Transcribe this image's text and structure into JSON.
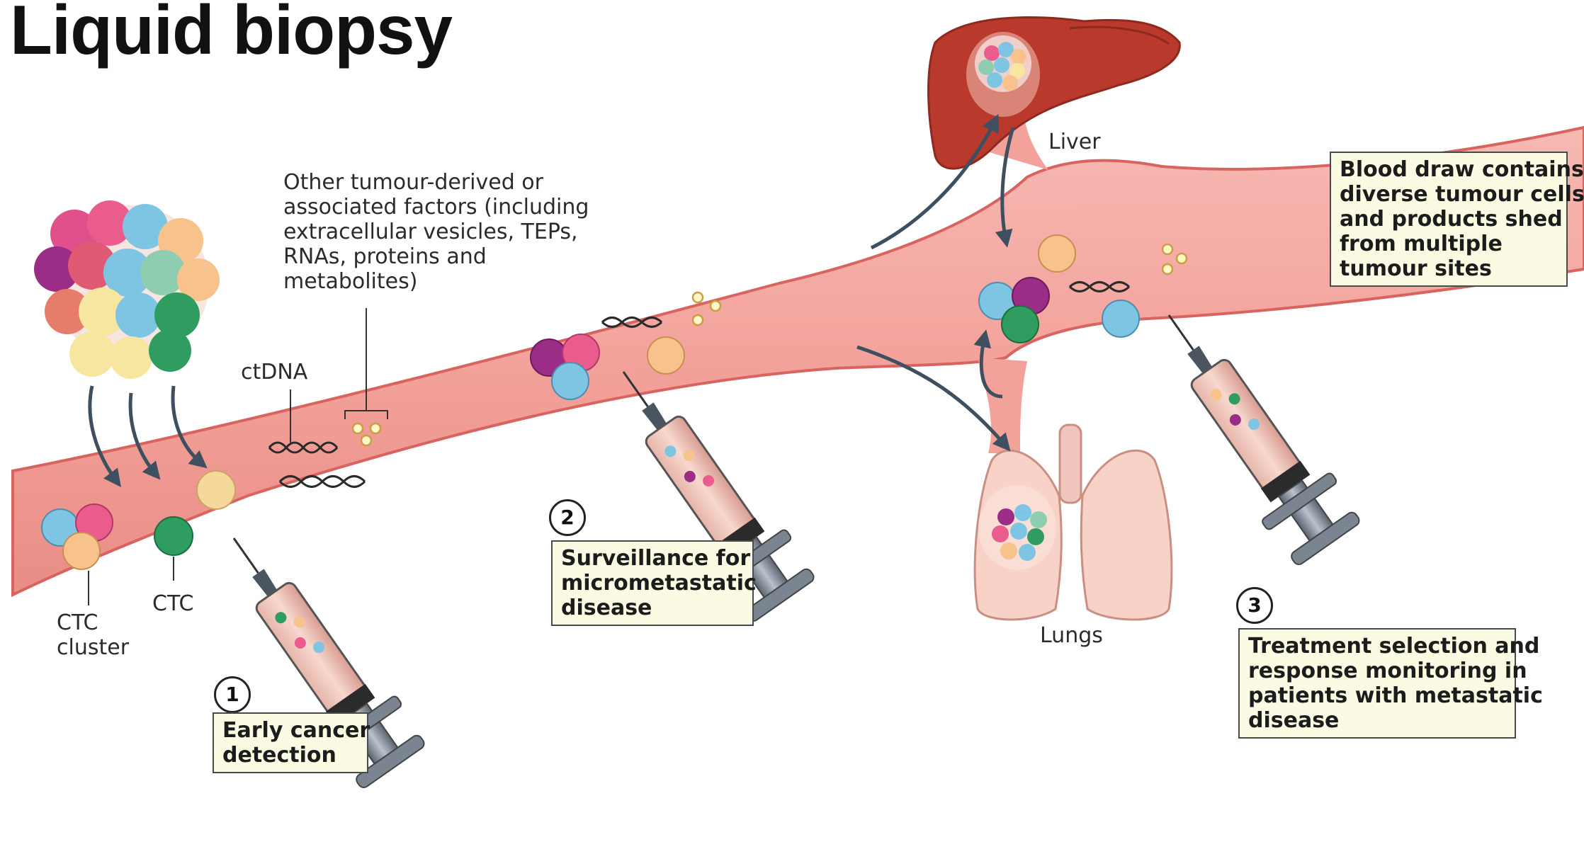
{
  "title": "Liquid biopsy",
  "labels": {
    "other_factors": [
      "Other tumour-derived or",
      "associated factors (including",
      "extracellular vesicles, TEPs,",
      "RNAs, proteins and",
      "metabolites)"
    ],
    "ctdna": "ctDNA",
    "ctc": "CTC",
    "ctc_cluster": [
      "CTC",
      "cluster"
    ],
    "liver": "Liver",
    "lungs": "Lungs"
  },
  "steps": [
    {
      "number": "1",
      "text": [
        "Early cancer",
        "detection"
      ]
    },
    {
      "number": "2",
      "text": [
        "Surveillance for",
        "micrometastatic",
        "disease"
      ]
    },
    {
      "number": "3",
      "text": [
        "Treatment selection and",
        "response monitoring in",
        "patients with metastatic",
        "disease"
      ]
    }
  ],
  "blood_draw_note": [
    "Blood draw contains",
    "diverse tumour cells",
    "and products shed",
    "from multiple",
    "tumour sites"
  ],
  "colors": {
    "vessel": "#f2a5a0",
    "vessel_edge": "#d9645f",
    "liver": "#b9392c",
    "lung": "#f8d2c7",
    "arrow": "#3e4f5f",
    "note_bg": "#fbfbe3"
  }
}
